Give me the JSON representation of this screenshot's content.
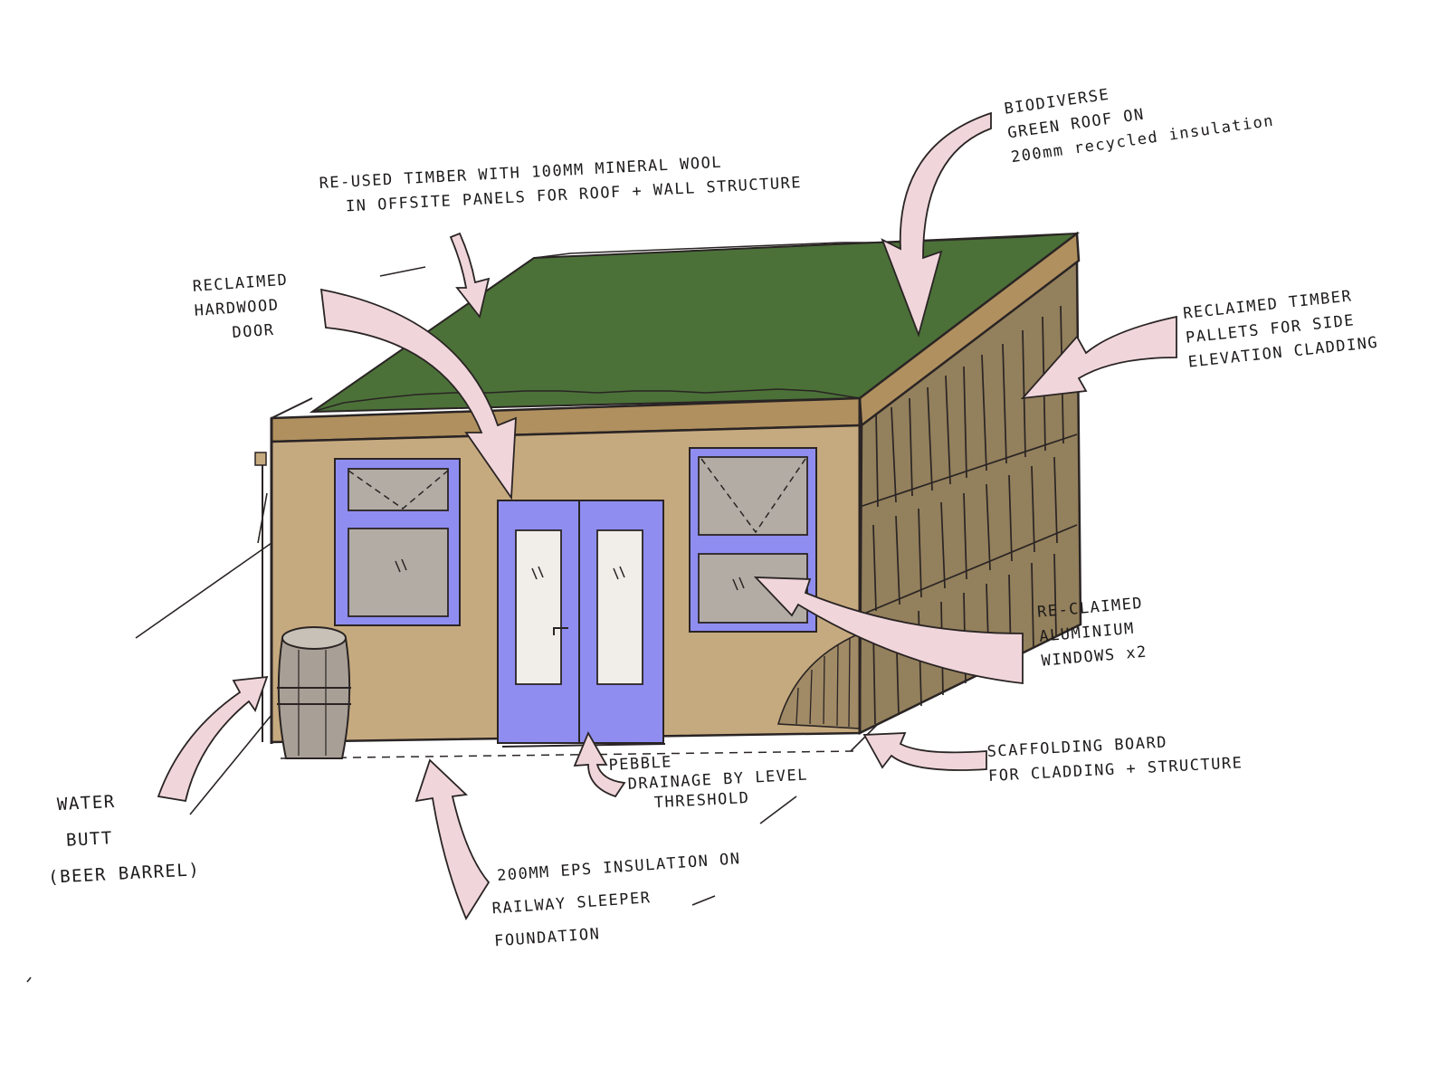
{
  "colors": {
    "roof": "#4b7138",
    "wall": "#c6aa7f",
    "fascia": "#b0905f",
    "cladding": "#93805c",
    "frame": "#8f8df0",
    "glass_gray": "#b2aca5",
    "glass_white": "#f1eeea",
    "arrow": "#f0d6db",
    "ink": "#2a2424",
    "barrel": "#a8a096"
  },
  "labels": {
    "green_roof": [
      "BIODIVERSE",
      "GREEN ROOF ON",
      "200mm recycled insulation"
    ],
    "reused_timber": [
      "RE-USED TIMBER WITH 100mm MINERAL WOOL",
      "IN OFFSITE PANELS FOR ROOF + WALL STRUCTURE"
    ],
    "door": [
      "RECLAIMED",
      "HARDWOOD",
      "DOOR"
    ],
    "pallets": [
      "RECLAIMED TIMBER",
      "PALLETS FOR SIDE",
      "ELEVATION CLADDING"
    ],
    "windows": [
      "RE-CLAIMED",
      "ALUMINIUM",
      "WINDOWS x2"
    ],
    "water_butt": [
      "WATER",
      "BUTT",
      "(BEER BARREL)"
    ],
    "pebble": [
      "PEBBLE",
      "DRAINAGE BY LEVEL",
      "THRESHOLD"
    ],
    "scaffolding": [
      "SCAFFOLDING BOARD",
      "FOR CLADDING + STRUCTURE"
    ],
    "foundation": [
      "200mm EPS INSULATION ON",
      "RAILWAY SLEEPER",
      "FOUNDATION"
    ]
  },
  "icons": [
    "pink-arrow-icon",
    "beer-barrel-icon",
    "door-handle-icon"
  ]
}
